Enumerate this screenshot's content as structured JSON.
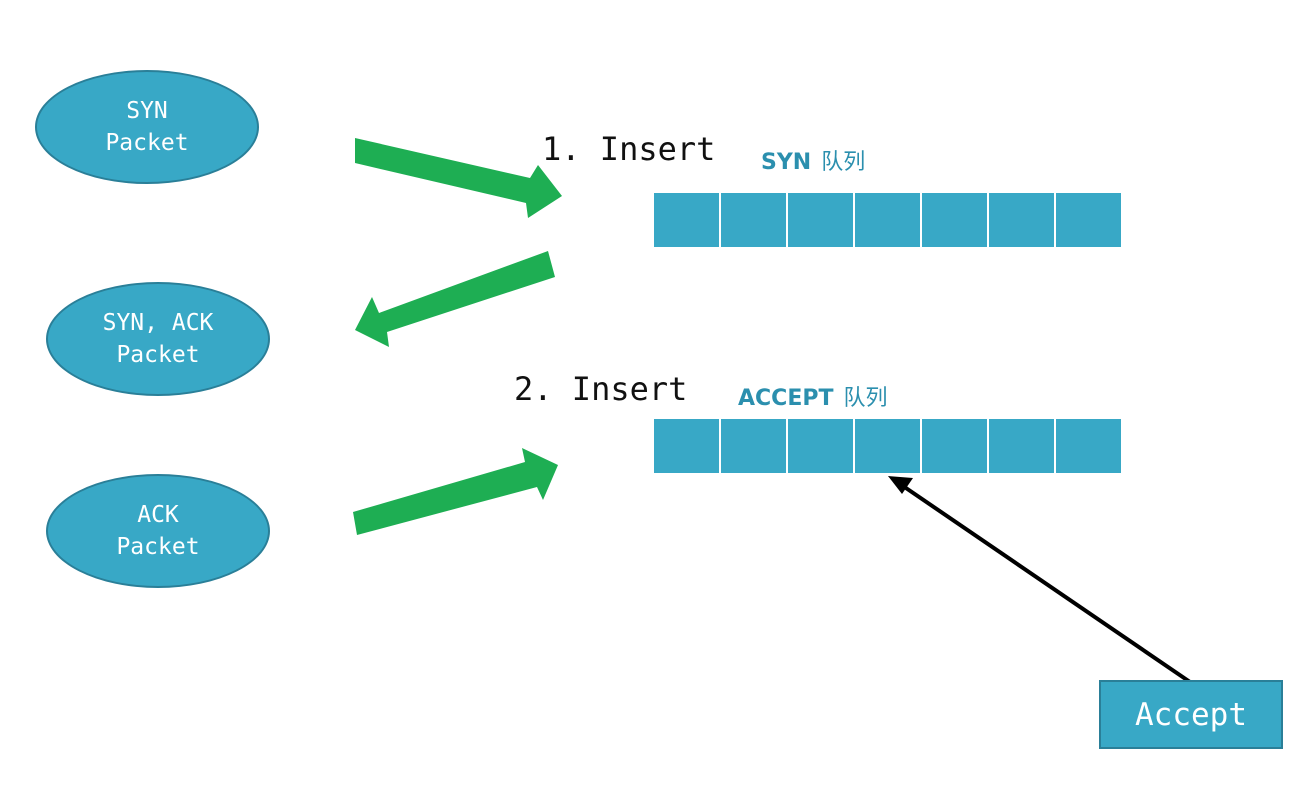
{
  "packets": {
    "syn": {
      "line1": "SYN",
      "line2": "Packet"
    },
    "synack": {
      "line1": "SYN, ACK",
      "line2": "Packet"
    },
    "ack": {
      "line1": "ACK",
      "line2": "Packet"
    }
  },
  "steps": {
    "step1": "1. Insert",
    "step2": "2. Insert"
  },
  "queues": {
    "syn": {
      "name": "SYN",
      "suffix": "队列",
      "slot_count": 7
    },
    "accept": {
      "name": "ACCEPT",
      "suffix": "队列",
      "slot_count": 7
    }
  },
  "accept_button": {
    "label": "Accept"
  },
  "colors": {
    "node_fill": "#38A8C6",
    "node_border": "#2A7F98",
    "arrow_green": "#1EAE53",
    "arrow_black": "#000000",
    "queue_title": "#2B8FAE"
  }
}
